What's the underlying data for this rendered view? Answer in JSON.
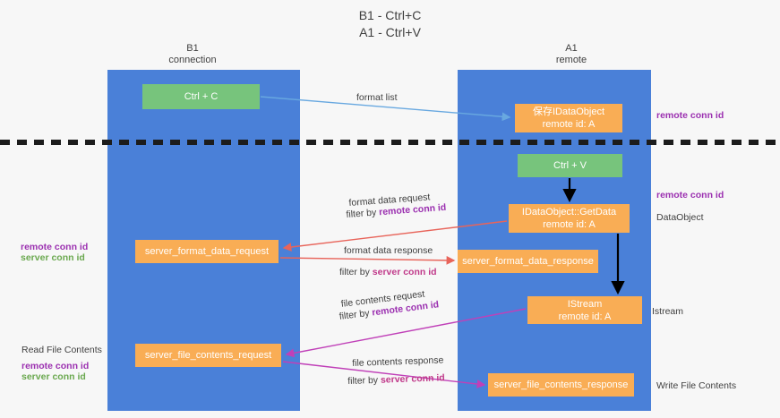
{
  "title": "B1 - Ctrl+C\nA1 - Ctrl+V",
  "columns": {
    "left": "B1\nconnection",
    "right": "A1\nremote"
  },
  "nodes": {
    "ctrl_c": "Ctrl + C",
    "idataobject": "保存IDataObject\nremote id: A",
    "ctrl_v": "Ctrl + V",
    "getdata": "IDataObject::GetData\nremote id: A",
    "server_format_data_request": "server_format_data_request",
    "server_format_data_response": "server_format_data_response",
    "istream": "IStream\nremote id: A",
    "server_file_contents_request": "server_file_contents_request",
    "server_file_contents_response": "server_file_contents_response"
  },
  "edge_labels": {
    "format_list": "format list",
    "format_data_request": "format data request",
    "format_data_request_filter_prefix": "filter by ",
    "format_data_request_filter_key": "remote conn id",
    "format_data_response": "format data response",
    "format_data_response_filter_prefix": "filter by ",
    "format_data_response_filter_key": "server conn id",
    "file_contents_request": "file contents request",
    "file_contents_request_filter_prefix": "filter by ",
    "file_contents_request_filter_key": "remote conn id",
    "file_contents_response": "file contents response",
    "file_contents_response_filter_prefix": "filter by ",
    "file_contents_response_filter_key": "server conn id"
  },
  "annotations": {
    "right_remote_conn_id_top": "remote conn id",
    "right_remote_conn_id_mid": "remote conn id",
    "right_dataobject": "DataObject",
    "right_istream": "Istream",
    "right_write_file_contents": "Write File Contents",
    "left_remote_conn_id_1": "remote conn id",
    "left_server_conn_id_1": "server conn id",
    "left_read_file_contents": "Read File Contents",
    "left_remote_conn_id_2": "remote conn id",
    "left_server_conn_id_2": "server conn id"
  },
  "colors": {
    "lane": "#4a80d8",
    "node_green": "#77c47c",
    "node_orange": "#f9ad55",
    "remote_conn_id": "#9b30b0",
    "server_conn_id_green": "#6aa84f",
    "server_conn_id_magenta": "#c0398a",
    "arrow_blue": "#68a8e0",
    "arrow_red": "#e8645a",
    "arrow_magenta": "#c040b8",
    "arrow_black": "#000000",
    "background": "#f7f7f7"
  }
}
